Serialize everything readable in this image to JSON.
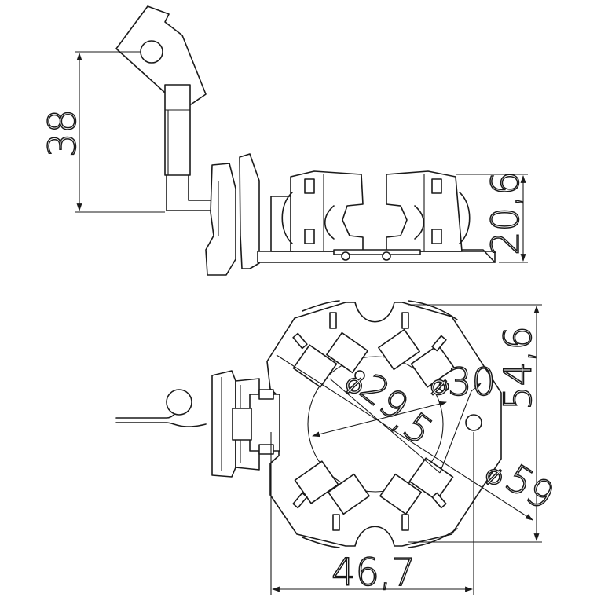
{
  "dimensions": {
    "side_height": "38",
    "side_depth": "20,6",
    "height": "54,6",
    "width": "46,7",
    "dia_inner_a": "29",
    "dia_inner_b": ",5",
    "dia_30": "30",
    "dia_59": "59",
    "dia_symbol": "⌀"
  },
  "colors": {
    "line": "#1a1a1a",
    "background": "#ffffff"
  }
}
